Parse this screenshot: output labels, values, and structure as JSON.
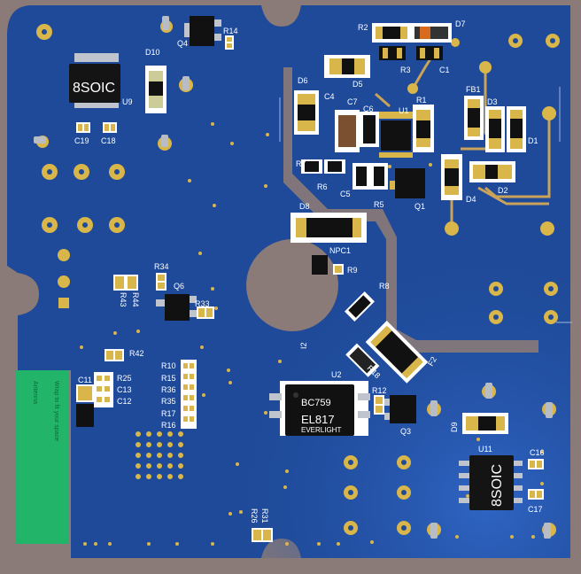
{
  "board": {
    "colors": {
      "background": "#8a7a78",
      "solder_mask": "#1f4a99",
      "pad_gold": "#d9b64a",
      "trace": "#c9a35a",
      "silkscreen": "#ffffff",
      "antenna": "#22b56a"
    },
    "chips": {
      "u9_package": "8SOIC",
      "u11_package": "8SOIC",
      "u2_line1": "BC759",
      "u2_line2": "EL817",
      "u2_line3": "EVERLIGHT"
    },
    "antenna_text": {
      "line1": "Wrap to fit your space",
      "line2": "Antenna"
    },
    "labels": {
      "q4": "Q4",
      "r14": "R14",
      "r2": "R2",
      "d7": "D7",
      "d10": "D10",
      "u9": "U9",
      "c19": "C19",
      "c18": "C18",
      "r3": "R3",
      "c1": "C1",
      "d5": "D5",
      "d6": "D6",
      "c4": "C4",
      "c7": "C7",
      "c6": "C6",
      "u1": "U1",
      "r1": "R1",
      "fb1": "FB1",
      "d3": "D3",
      "d1": "D1",
      "r7": "R7",
      "r6": "R6",
      "c5": "C5",
      "r5": "R5",
      "q1": "Q1",
      "d2": "D2",
      "d4": "D4",
      "d8": "D8",
      "npc1": "NPC1",
      "r9": "R9",
      "r34": "R34",
      "q6": "Q6",
      "r43": "R43",
      "r44": "R44",
      "r33": "R33",
      "r8": "R8",
      "i2": "I2",
      "f2": "F2",
      "r42": "R42",
      "r10": "R10",
      "r15": "R15",
      "r36": "R36",
      "r35": "R35",
      "r17": "R17",
      "r16": "R16",
      "c11": "C11",
      "r25": "R25",
      "c13": "C13",
      "c12": "C12",
      "u2": "U2",
      "r18": "R18",
      "r12": "R12",
      "q3": "Q3",
      "d9": "D9",
      "u11": "U11",
      "c16": "C16",
      "c17": "C17",
      "r26": "R26",
      "r31": "R31"
    }
  }
}
